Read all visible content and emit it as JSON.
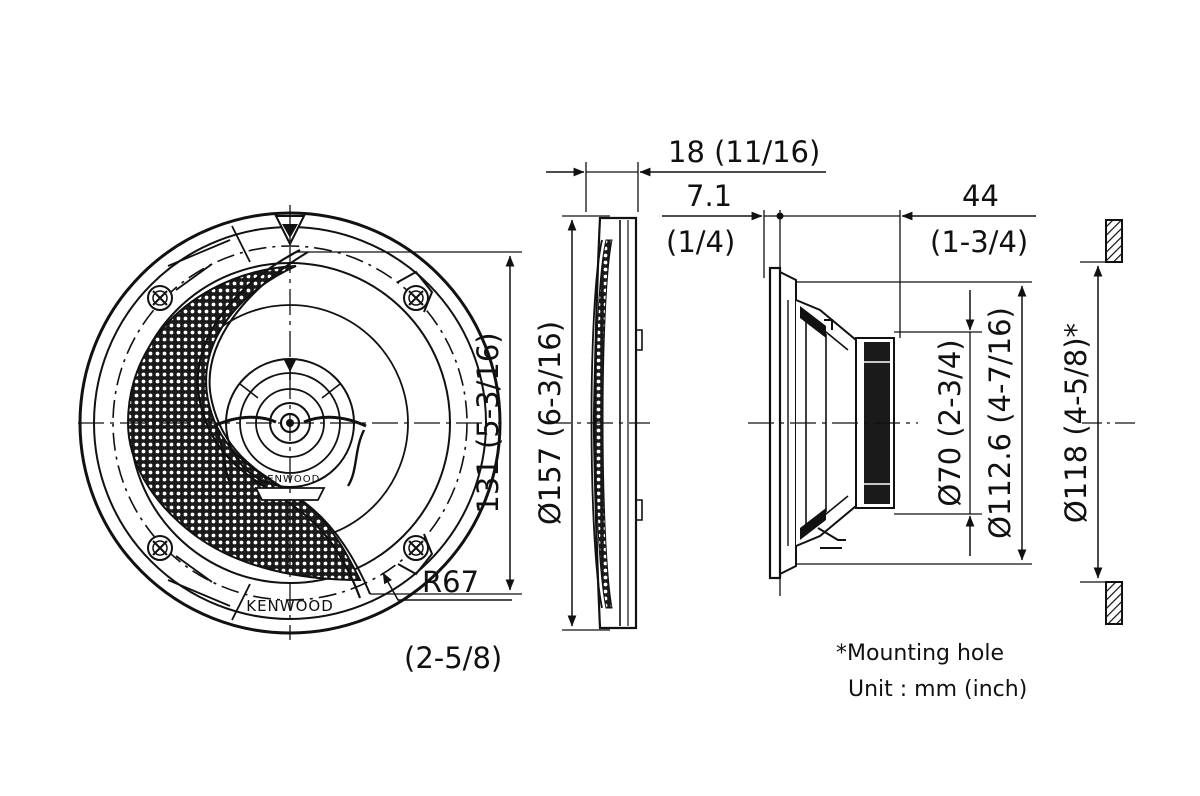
{
  "dimensions": {
    "front_height": "131 (5-3/16)",
    "radius_mm": "R67",
    "radius_in": "(2-5/8)",
    "outer_diameter": "Ø157 (6-3/16)",
    "grille_depth": "18 (11/16)",
    "flange_mm": "7.1",
    "flange_in": "(1/4)",
    "depth_mm": "44",
    "depth_in": "(1-3/4)",
    "magnet_diameter": "Ø70 (2-3/4)",
    "frame_diameter": "Ø112.6 (4-7/16)",
    "mounting_hole": "Ø118 (4-5/8)*"
  },
  "notes": {
    "mounting_hole": "*Mounting hole",
    "unit": "Unit : mm (inch)"
  },
  "brand": {
    "large": "KENWOOD",
    "small": "KENWOOD"
  }
}
